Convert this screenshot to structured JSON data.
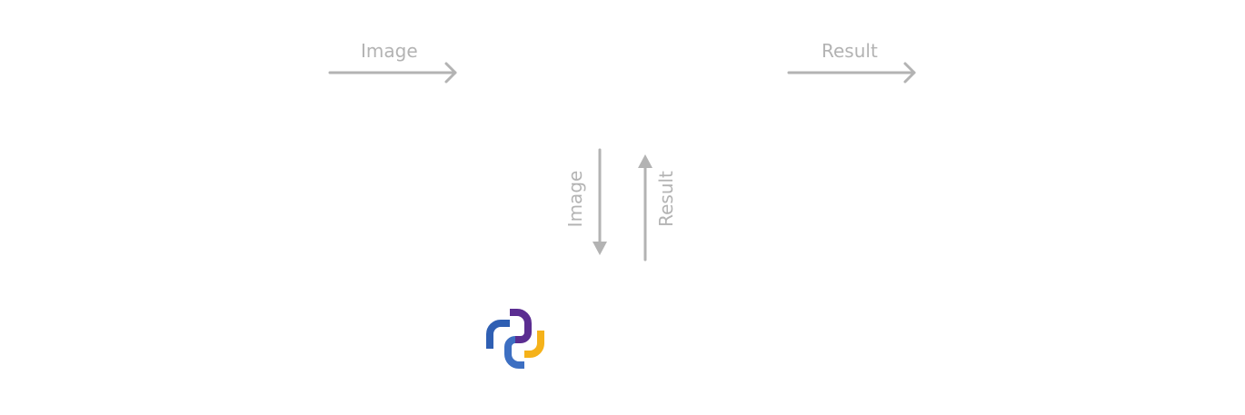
{
  "edges": {
    "top_left": {
      "label": "Image"
    },
    "top_right": {
      "label": "Result"
    },
    "down": {
      "label": "Image"
    },
    "up": {
      "label": "Result"
    }
  },
  "colors": {
    "arrow": "#b3b3b3",
    "label": "#b3b3b3",
    "logo_purple": "#5b2d91",
    "logo_blue": "#2f5fb3",
    "logo_yellow": "#f5b21a"
  },
  "logo": {
    "icon": "interlocking-logo-icon"
  }
}
